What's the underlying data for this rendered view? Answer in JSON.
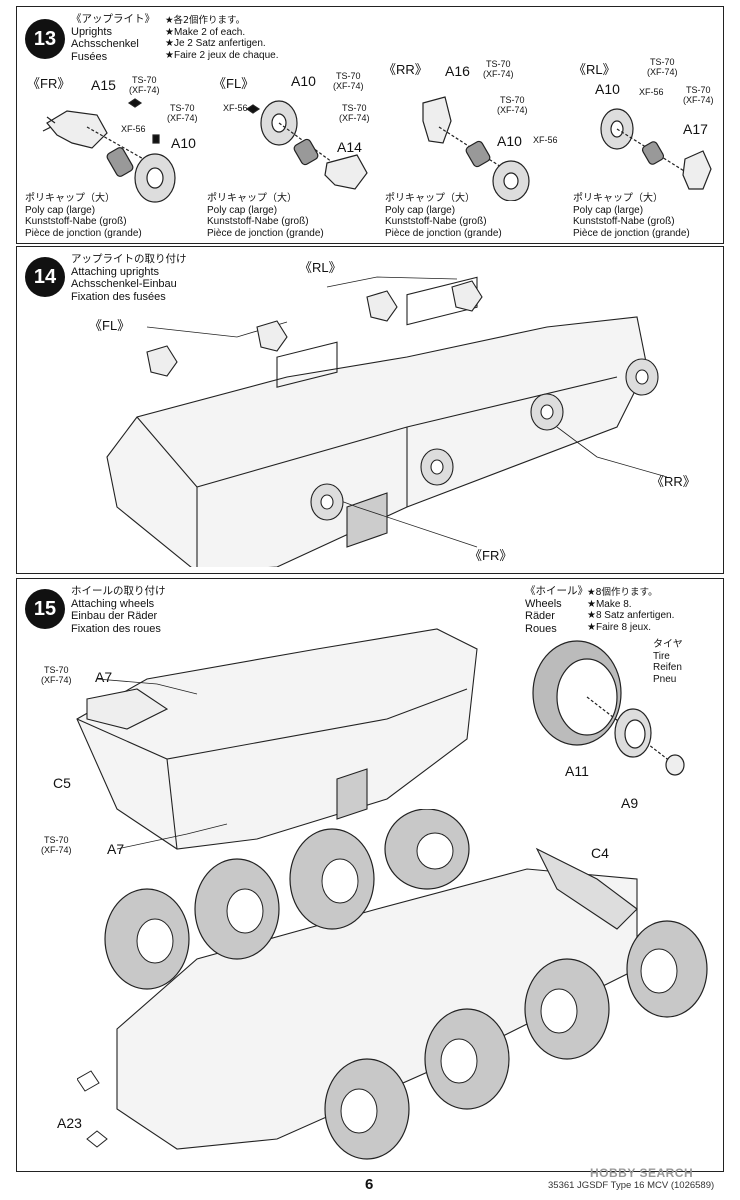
{
  "page_number": "6",
  "footer_code": "35361 JGSDF Type 16 MCV (1026589)",
  "watermark": "HOBBY SEARCH",
  "step13": {
    "number": "13",
    "title_jp": "《アップライト》",
    "title_en": "Uprights",
    "title_de": "Achsschenkel",
    "title_fr": "Fusées",
    "note_jp": "★各2個作ります。",
    "note_en": "★Make 2 of each.",
    "note_de": "★Je 2 Satz anfertigen.",
    "note_fr": "★Faire 2 jeux de chaque.",
    "groups": [
      {
        "label": "《FR》",
        "partA": "A15",
        "partB": "A10",
        "paint1": "TS-70\n(XF-74)",
        "paint2": "TS-70\n(XF-74)",
        "paint3": "XF-56"
      },
      {
        "label": "《FL》",
        "partA": "A10",
        "partB": "A14",
        "paint1": "TS-70\n(XF-74)",
        "paint2": "TS-70\n(XF-74)",
        "paint3": "XF-56"
      },
      {
        "label": "《RR》",
        "partA": "A16",
        "partB": "A10",
        "paint1": "TS-70\n(XF-74)",
        "paint2": "TS-70\n(XF-74)",
        "paint3": "XF-56"
      },
      {
        "label": "《RL》",
        "partA": "A10",
        "partB": "A17",
        "paint1": "TS-70\n(XF-74)",
        "paint2": "TS-70\n(XF-74)",
        "paint3": "XF-56"
      }
    ],
    "poly_jp": "ポリキャップ（大）",
    "poly_en": "Poly cap (large)",
    "poly_de": "Kunststoff-Nabe (groß)",
    "poly_fr": "Pièce de jonction (grande)"
  },
  "step14": {
    "number": "14",
    "title_jp": "アップライトの取り付け",
    "title_en": "Attaching uprights",
    "title_de": "Achsschenkel-Einbau",
    "title_fr": "Fixation des fusées",
    "labels": {
      "fl": "《FL》",
      "rl": "《RL》",
      "rr": "《RR》",
      "fr": "《FR》"
    }
  },
  "step15": {
    "number": "15",
    "title_jp": "ホイールの取り付け",
    "title_en": "Attaching wheels",
    "title_de": "Einbau der Räder",
    "title_fr": "Fixation des roues",
    "wheel": {
      "title_jp": "《ホイール》",
      "title_en": "Wheels",
      "title_de": "Räder",
      "title_fr": "Roues",
      "note_jp": "★8個作ります。",
      "note_en": "★Make 8.",
      "note_de": "★8 Satz anfertigen.",
      "note_fr": "★Faire 8 jeux.",
      "tire_jp": "タイヤ",
      "tire_en": "Tire",
      "tire_de": "Reifen",
      "tire_fr": "Pneu",
      "partA": "A11",
      "partB": "A9"
    },
    "paint_top": "TS-70\n(XF-74)",
    "part_top": "A7",
    "paint_bottom": "TS-70\n(XF-74)",
    "part_bottom": "A7",
    "part_c5": "C5",
    "part_c4": "C4",
    "part_a23": "A23"
  }
}
